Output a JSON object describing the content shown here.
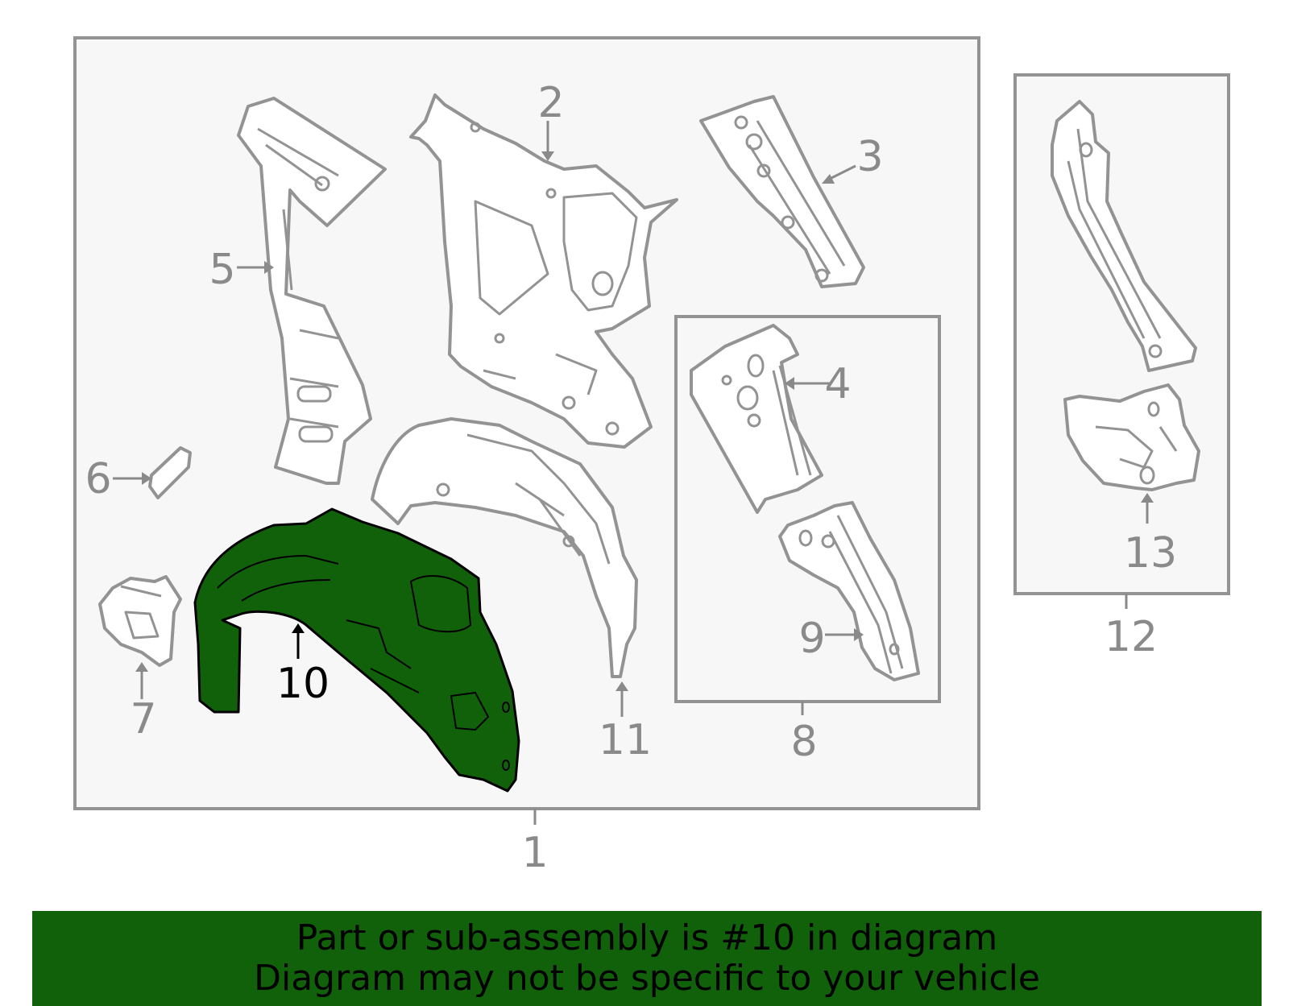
{
  "colors": {
    "highlight": "#11610a",
    "banner_bg": "#11610a",
    "line_gray": "#939393",
    "label_gray": "#8a8a8a",
    "panel_bg": "#f7f7f7"
  },
  "callouts": {
    "c1": "1",
    "c2": "2",
    "c3": "3",
    "c4": "4",
    "c5": "5",
    "c6": "6",
    "c7": "7",
    "c8": "8",
    "c9": "9",
    "c10": "10",
    "c11": "11",
    "c12": "12",
    "c13": "13"
  },
  "highlighted_part": "10",
  "banner": {
    "line1": "Part or sub-assembly is #10 in diagram",
    "line2": "Diagram may not be specific to your vehicle"
  }
}
